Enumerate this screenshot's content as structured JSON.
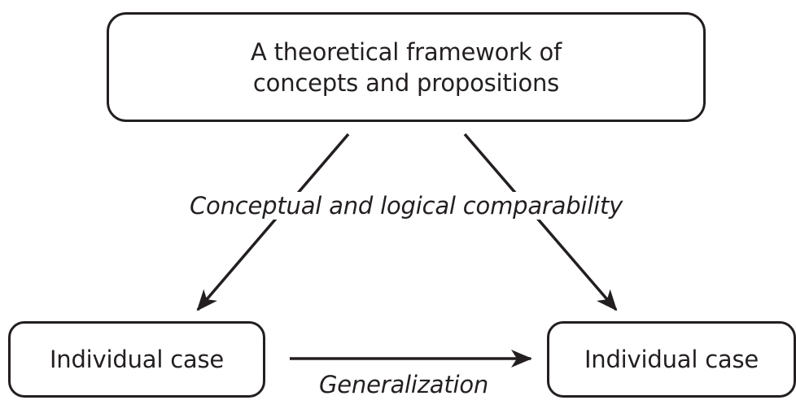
{
  "framework": {
    "line1": "A theoretical framework of",
    "line2": "concepts and propositions"
  },
  "cases": {
    "left": "Individual case",
    "right": "Individual case"
  },
  "edges": {
    "comparability": "Conceptual and logical comparability",
    "generalization": "Generalization"
  },
  "colors": {
    "stroke": "#231f20",
    "background": "#ffffff"
  }
}
